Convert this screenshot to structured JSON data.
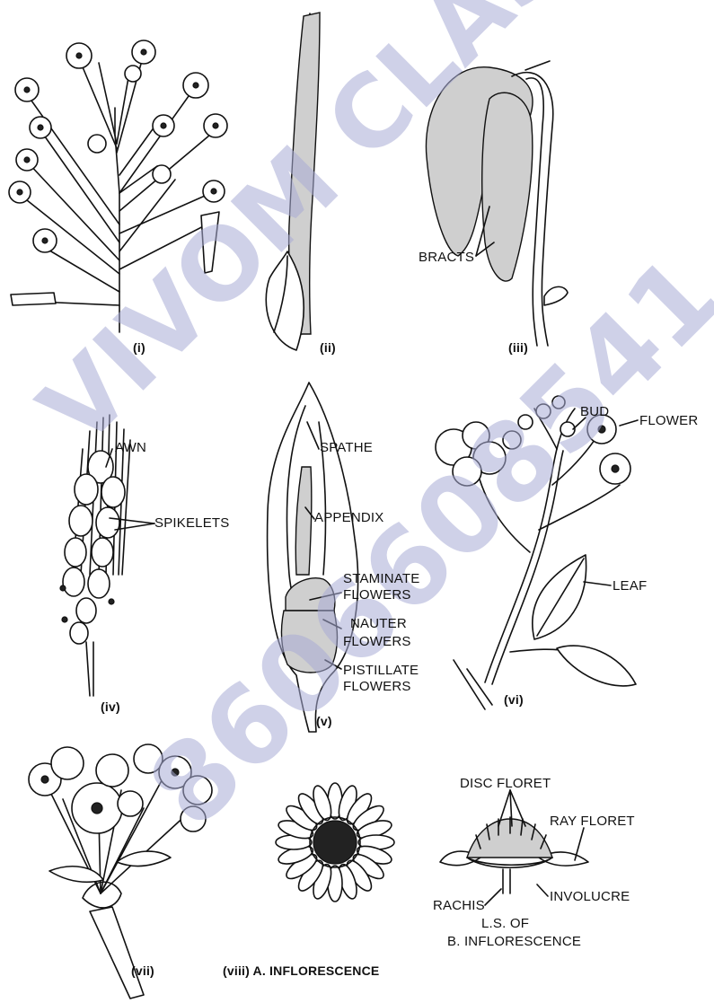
{
  "watermark": {
    "line1": "VIVOM CLASSES",
    "line2": "8606608541",
    "color": "#a9acd6"
  },
  "panels": {
    "i": {
      "caption": "(i)"
    },
    "ii": {
      "caption": "(ii)"
    },
    "iii": {
      "caption": "(iii)",
      "labels": {
        "bracts": "BRACTS"
      }
    },
    "iv": {
      "caption": "(iv)",
      "labels": {
        "awn": "AWN",
        "spikelets": "SPIKELETS"
      }
    },
    "v": {
      "caption": "(v)",
      "labels": {
        "spathe": "SPATHE",
        "appendix": "APPENDIX",
        "staminate_1": "STAMINATE",
        "staminate_2": "FLOWERS",
        "nauter_1": "NAUTER",
        "nauter_2": "FLOWERS",
        "pistillate_1": "PISTILLATE",
        "pistillate_2": "FLOWERS"
      }
    },
    "vi": {
      "caption": "(vi)",
      "labels": {
        "bud": "BUD",
        "flower": "FLOWER",
        "leaf": "LEAF"
      }
    },
    "vii": {
      "caption": "(vii)"
    },
    "viii": {
      "caption_a": "(viii)  A. INFLORESCENCE",
      "labels": {
        "disc_floret": "DISC FLORET",
        "ray_floret": "RAY FLORET",
        "rachis": "RACHIS",
        "involucre": "INVOLUCRE",
        "ls_of": "L.S. OF",
        "caption_b": "B. INFLORESCENCE"
      }
    }
  }
}
